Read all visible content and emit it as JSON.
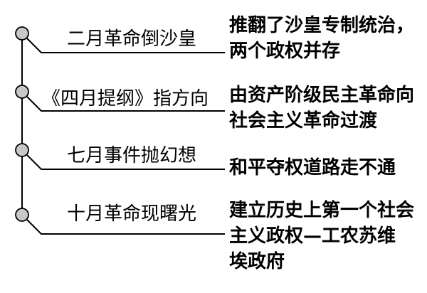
{
  "colors": {
    "line": "#000000",
    "node_fill": "#c8c8c8",
    "node_stroke": "#000000",
    "background": "#ffffff"
  },
  "events": [
    {
      "label": "二月革命倒沙皇",
      "outcome_lines": [
        "推翻了沙皇专制统治，",
        "两个政权并存"
      ]
    },
    {
      "label": "《四月提纲》指方向",
      "outcome_lines": [
        "由资产阶级民主革命向",
        "社会主义革命过渡"
      ]
    },
    {
      "label": "七月事件抛幻想",
      "outcome_lines": [
        "和平夺权道路走不通"
      ]
    },
    {
      "label": "十月革命现曙光",
      "outcome_lines": [
        "建立历史上第一个社会",
        "主义政权—工农苏维",
        "埃政府"
      ]
    }
  ]
}
